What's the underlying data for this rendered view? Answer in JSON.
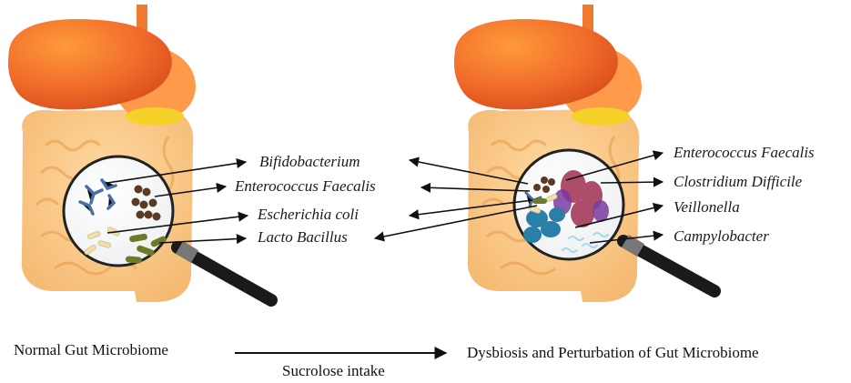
{
  "left_panel": {
    "labels": [
      "Bifidobacterium",
      "Enterococcus Faecalis",
      "Escherichia coli",
      "Lacto Bacillus"
    ],
    "caption": "Normal Gut Microbiome"
  },
  "right_panel": {
    "labels": [
      "Enterococcus Faecalis",
      "Clostridium Difficile",
      "Veillonella",
      "Campylobacter"
    ],
    "caption": "Dysbiosis and Perturbation of Gut Microbiome"
  },
  "transition": {
    "label": "Sucrolose intake"
  },
  "colors": {
    "liver": "#f06a2a",
    "stomach": "#ffb060",
    "intestine": "#f7c27a",
    "gallbladder": "#f5d12a",
    "arrow": "#111111"
  }
}
